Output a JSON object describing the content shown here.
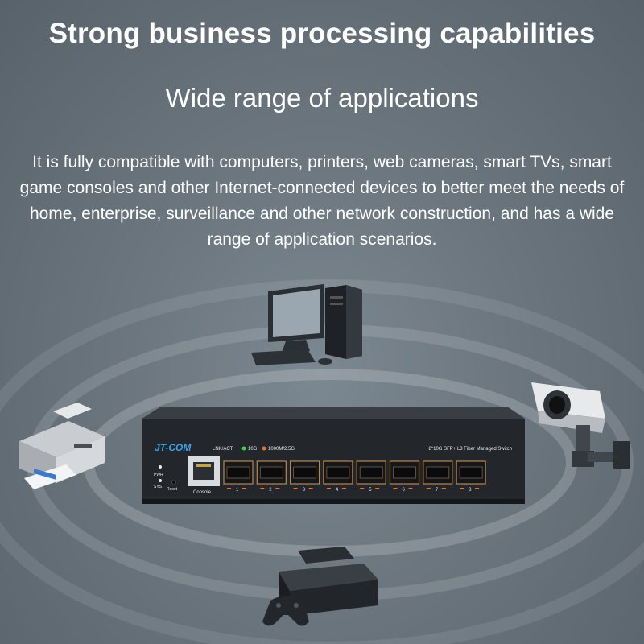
{
  "headline": "Strong business processing capabilities",
  "subheadline": "Wide range of applications",
  "description": "It is fully compatible with computers, printers, web cameras, smart TVs, smart game consoles and other Internet-connected devices to better meet the needs of home, enterprise, surveillance and other network construction, and has a wide range of application scenarios.",
  "switch": {
    "brand": "JT-COM",
    "led_legend": {
      "lnk_act": "LNK/ACT",
      "speed_10g": "10G",
      "speed_low": "1000M/2.5G"
    },
    "model_label": "8*10G SFP+ L3 Fiber Managed Switch",
    "pwr_label": "PWR",
    "sys_label": "SYS",
    "reset_label": "Reset",
    "console_label": "Console",
    "port_labels": [
      "1",
      "2",
      "3",
      "4",
      "5",
      "6",
      "7",
      "8"
    ]
  },
  "devices": [
    "desktop-computer",
    "printer",
    "security-camera",
    "game-console"
  ],
  "colors": {
    "background": "#6c7780",
    "text": "#ffffff",
    "switch_body": "#24272b",
    "led_green": "#3ecf4a",
    "led_orange": "#e8742c"
  }
}
